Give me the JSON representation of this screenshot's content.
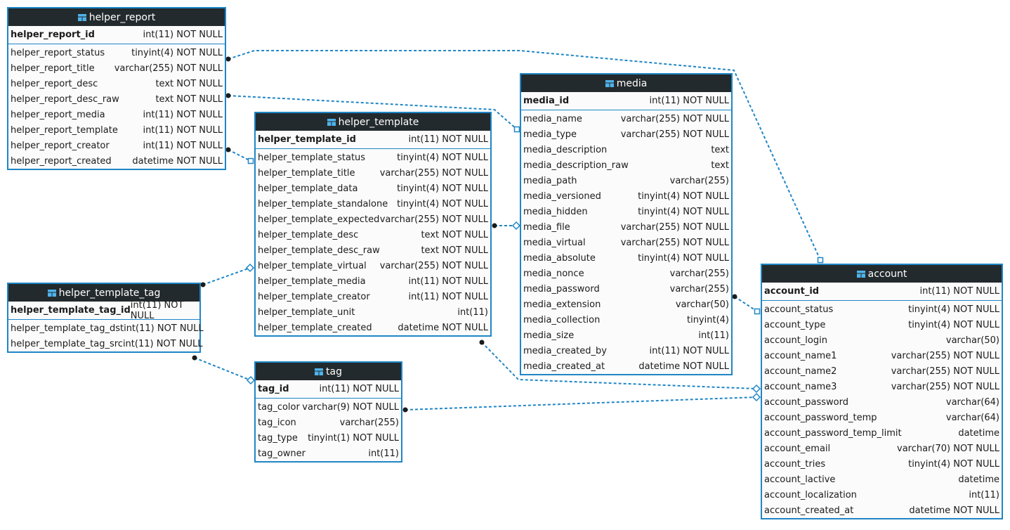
{
  "tables": [
    {
      "key": "helper_report",
      "name": "helper_report",
      "pk": {
        "name": "helper_report_id",
        "type": "int(11) NOT NULL"
      },
      "columns": [
        {
          "name": "helper_report_status",
          "type": "tinyint(4) NOT NULL"
        },
        {
          "name": "helper_report_title",
          "type": "varchar(255) NOT NULL"
        },
        {
          "name": "helper_report_desc",
          "type": "text NOT NULL"
        },
        {
          "name": "helper_report_desc_raw",
          "type": "text NOT NULL"
        },
        {
          "name": "helper_report_media",
          "type": "int(11) NOT NULL"
        },
        {
          "name": "helper_report_template",
          "type": "int(11) NOT NULL"
        },
        {
          "name": "helper_report_creator",
          "type": "int(11) NOT NULL"
        },
        {
          "name": "helper_report_created",
          "type": "datetime NOT NULL"
        }
      ]
    },
    {
      "key": "helper_template",
      "name": "helper_template",
      "pk": {
        "name": "helper_template_id",
        "type": "int(11) NOT NULL"
      },
      "columns": [
        {
          "name": "helper_template_status",
          "type": "tinyint(4) NOT NULL"
        },
        {
          "name": "helper_template_title",
          "type": "varchar(255) NOT NULL"
        },
        {
          "name": "helper_template_data",
          "type": "tinyint(4) NOT NULL"
        },
        {
          "name": "helper_template_standalone",
          "type": "tinyint(4) NOT NULL"
        },
        {
          "name": "helper_template_expected",
          "type": "varchar(255) NOT NULL"
        },
        {
          "name": "helper_template_desc",
          "type": "text NOT NULL"
        },
        {
          "name": "helper_template_desc_raw",
          "type": "text NOT NULL"
        },
        {
          "name": "helper_template_virtual",
          "type": "varchar(255) NOT NULL"
        },
        {
          "name": "helper_template_media",
          "type": "int(11) NOT NULL"
        },
        {
          "name": "helper_template_creator",
          "type": "int(11) NOT NULL"
        },
        {
          "name": "helper_template_unit",
          "type": "int(11)"
        },
        {
          "name": "helper_template_created",
          "type": "datetime NOT NULL"
        }
      ]
    },
    {
      "key": "media",
      "name": "media",
      "pk": {
        "name": "media_id",
        "type": "int(11) NOT NULL"
      },
      "columns": [
        {
          "name": "media_name",
          "type": "varchar(255) NOT NULL"
        },
        {
          "name": "media_type",
          "type": "varchar(255) NOT NULL"
        },
        {
          "name": "media_description",
          "type": "text"
        },
        {
          "name": "media_description_raw",
          "type": "text"
        },
        {
          "name": "media_path",
          "type": "varchar(255)"
        },
        {
          "name": "media_versioned",
          "type": "tinyint(4) NOT NULL"
        },
        {
          "name": "media_hidden",
          "type": "tinyint(4) NOT NULL"
        },
        {
          "name": "media_file",
          "type": "varchar(255) NOT NULL"
        },
        {
          "name": "media_virtual",
          "type": "varchar(255) NOT NULL"
        },
        {
          "name": "media_absolute",
          "type": "tinyint(4) NOT NULL"
        },
        {
          "name": "media_nonce",
          "type": "varchar(255)"
        },
        {
          "name": "media_password",
          "type": "varchar(255)"
        },
        {
          "name": "media_extension",
          "type": "varchar(50)"
        },
        {
          "name": "media_collection",
          "type": "tinyint(4)"
        },
        {
          "name": "media_size",
          "type": "int(11)"
        },
        {
          "name": "media_created_by",
          "type": "int(11) NOT NULL"
        },
        {
          "name": "media_created_at",
          "type": "datetime NOT NULL"
        }
      ]
    },
    {
      "key": "account",
      "name": "account",
      "pk": {
        "name": "account_id",
        "type": "int(11) NOT NULL"
      },
      "columns": [
        {
          "name": "account_status",
          "type": "tinyint(4) NOT NULL"
        },
        {
          "name": "account_type",
          "type": "tinyint(4) NOT NULL"
        },
        {
          "name": "account_login",
          "type": "varchar(50)"
        },
        {
          "name": "account_name1",
          "type": "varchar(255) NOT NULL"
        },
        {
          "name": "account_name2",
          "type": "varchar(255) NOT NULL"
        },
        {
          "name": "account_name3",
          "type": "varchar(255) NOT NULL"
        },
        {
          "name": "account_password",
          "type": "varchar(64)"
        },
        {
          "name": "account_password_temp",
          "type": "varchar(64)"
        },
        {
          "name": "account_password_temp_limit",
          "type": "datetime"
        },
        {
          "name": "account_email",
          "type": "varchar(70) NOT NULL"
        },
        {
          "name": "account_tries",
          "type": "tinyint(4) NOT NULL"
        },
        {
          "name": "account_lactive",
          "type": "datetime"
        },
        {
          "name": "account_localization",
          "type": "int(11)"
        },
        {
          "name": "account_created_at",
          "type": "datetime NOT NULL"
        }
      ]
    },
    {
      "key": "helper_template_tag",
      "name": "helper_template_tag",
      "pk": {
        "name": "helper_template_tag_id",
        "type": "int(11) NOT NULL"
      },
      "columns": [
        {
          "name": "helper_template_tag_dst",
          "type": "int(11) NOT NULL"
        },
        {
          "name": "helper_template_tag_src",
          "type": "int(11) NOT NULL"
        }
      ]
    },
    {
      "key": "tag",
      "name": "tag",
      "pk": {
        "name": "tag_id",
        "type": "int(11) NOT NULL"
      },
      "columns": [
        {
          "name": "tag_color",
          "type": "varchar(9) NOT NULL"
        },
        {
          "name": "tag_icon",
          "type": "varchar(255)"
        },
        {
          "name": "tag_type",
          "type": "tinyint(1) NOT NULL"
        },
        {
          "name": "tag_owner",
          "type": "int(11)"
        }
      ]
    }
  ],
  "relations": [
    {
      "from": "helper_report.helper_report_status",
      "to": "account.account_id"
    },
    {
      "from": "helper_report.helper_report_desc_raw",
      "to": "media.media_id"
    },
    {
      "from": "helper_report.helper_report_creator",
      "to": "helper_template.helper_template_id"
    },
    {
      "from": "helper_template.helper_template_desc",
      "to": "media.media_file"
    },
    {
      "from": "helper_template_tag.helper_template_tag_id",
      "to": "helper_template.helper_template_virtual"
    },
    {
      "from": "helper_template_tag.helper_template_tag_src",
      "to": "tag.tag_id"
    },
    {
      "from": "media.media_password",
      "to": "account.account_status"
    },
    {
      "from": "helper_template.helper_template_created",
      "to": "account.account_name3"
    },
    {
      "from": "tag.tag_color",
      "to": "account.account_password"
    }
  ],
  "colors": {
    "border": "#1f86c6",
    "header_bg": "#232a2d",
    "header_text": "#ffffff",
    "link": "#1f86c6",
    "table_bg": "#fbfbfb"
  },
  "icons": {
    "table": "table-icon",
    "fk_end": "filled-circle",
    "pk_end": "hollow-square",
    "optional_end": "hollow-diamond"
  }
}
